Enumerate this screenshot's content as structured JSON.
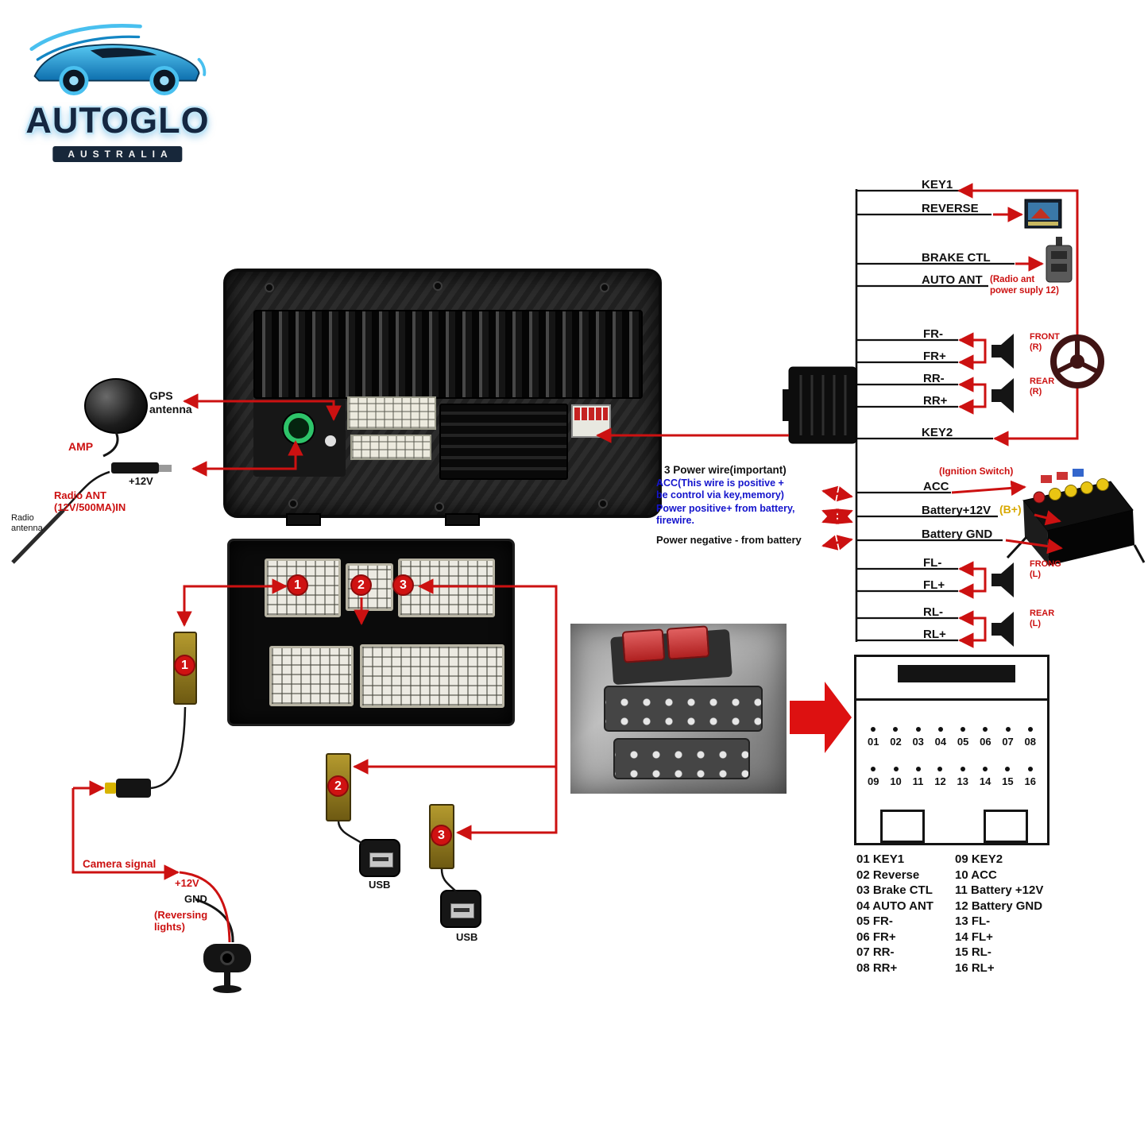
{
  "logo": {
    "brand": "AUTOGLO",
    "subtitle": "AUSTRALIA"
  },
  "left_side": {
    "gps_antenna": "GPS\nantenna",
    "amp": "AMP",
    "twelve_v": "+12V",
    "radio_ant_in": "Radio ANT\n(12V/500MA)IN",
    "radio_antenna": "Radio\nantenna"
  },
  "camera_section": {
    "camera_signal": "Camera signal",
    "twelve_v": "+12V",
    "gnd": "GND",
    "reversing_lights": "(Reversing\nlights)"
  },
  "usb": {
    "usb2": "USB",
    "usb3": "USB"
  },
  "rca_numbers": {
    "n1": "1",
    "n2": "2",
    "n3": "3"
  },
  "harness": {
    "key1": "KEY1",
    "reverse": "REVERSE",
    "brake_ctl": "BRAKE CTL",
    "auto_ant": "AUTO ANT",
    "auto_ant_note": "(Radio ant\npower suply 12)",
    "fr_minus": "FR-",
    "fr_plus": "FR+",
    "front_r": "FRONT\n(R)",
    "rr_minus": "RR-",
    "rr_plus": "RR+",
    "rear_r": "REAR\n(R)",
    "key2": "KEY2",
    "acc": "ACC",
    "ignition_switch": "(Ignition Switch)",
    "battery_12v": "Battery+12V",
    "b_plus": "(B+)",
    "battery_gnd": "Battery GND",
    "fl_minus": "FL-",
    "fl_plus": "FL+",
    "front_l": "FRONG\n(L)",
    "rl_minus": "RL-",
    "rl_plus": "RL+",
    "rear_l": "REAR\n(L)"
  },
  "power_notes": {
    "title": "3 Power wire(important)",
    "acc_note": "ACC(This wire is positive +\nbe control via key,memory)",
    "positive_note": "Power positive+ from battery,\nfirewire.",
    "negative_note": "Power negative - from battery"
  },
  "pinout": {
    "row1": [
      "01",
      "02",
      "03",
      "04",
      "05",
      "06",
      "07",
      "08"
    ],
    "row2": [
      "09",
      "10",
      "11",
      "12",
      "13",
      "14",
      "15",
      "16"
    ]
  },
  "legend": {
    "left": [
      "01 KEY1",
      "02 Reverse",
      "03 Brake CTL",
      "04 AUTO ANT",
      "05 FR-",
      "06 FR+",
      "07 RR-",
      "08 RR+"
    ],
    "right": [
      "09 KEY2",
      "10 ACC",
      "11 Battery +12V",
      "12 Battery GND",
      "13 FL-",
      "14 FL+",
      "15 RL-",
      "16 RL+"
    ]
  },
  "colors": {
    "wire_red": "#cc1111",
    "note_blue": "#1414cc",
    "battery_plus_yellow": "#d8a800",
    "connector_yellow": "#9a8422"
  }
}
